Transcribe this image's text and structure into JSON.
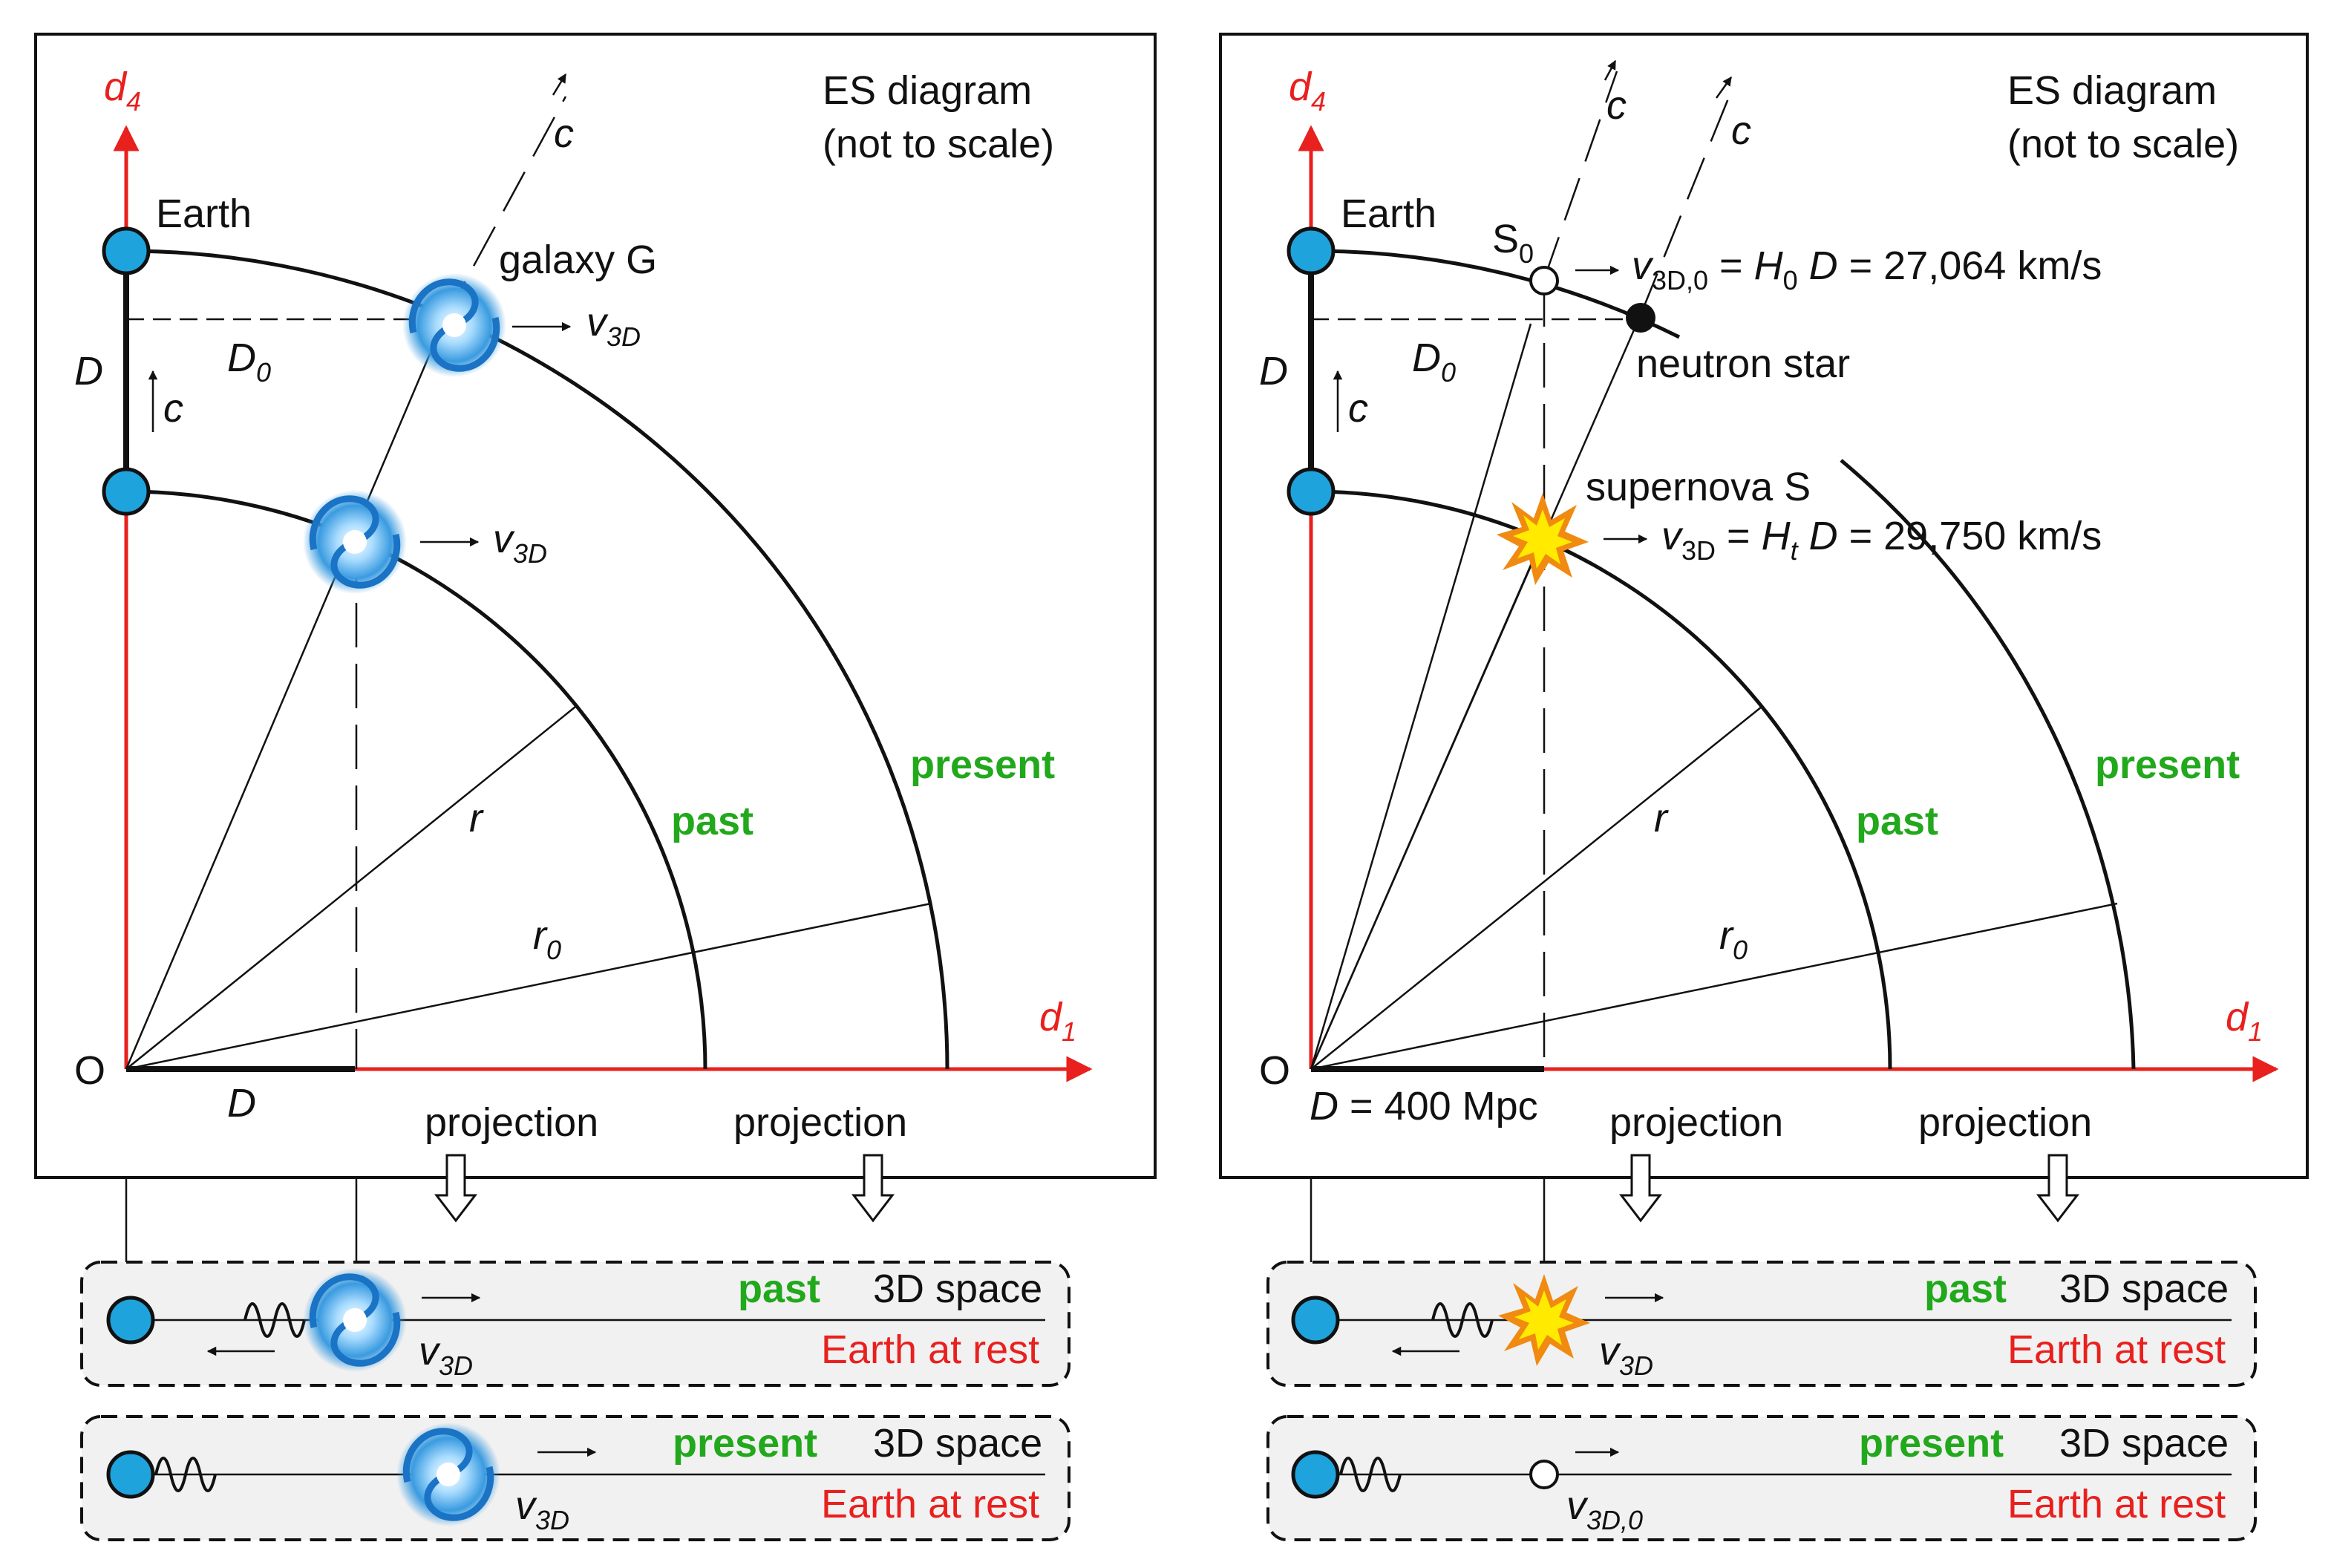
{
  "left_panel": {
    "title_line1": "ES diagram",
    "title_line2": "(not to scale)",
    "axis_d4": "d",
    "axis_d4_sub": "4",
    "axis_d1": "d",
    "axis_d1_sub": "1",
    "origin": "O",
    "earth": "Earth",
    "galaxy": "galaxy G",
    "c_label": "c",
    "D_label": "D",
    "D0": "D",
    "D0_sub": "0",
    "v3d": "v",
    "v3d_sub": "3D",
    "r": "r",
    "r0": "r",
    "r0_sub": "0",
    "past": "past",
    "present": "present",
    "projection": "projection",
    "bottom_D": "D"
  },
  "right_panel": {
    "title_line1": "ES diagram",
    "title_line2": "(not to scale)",
    "axis_d4": "d",
    "axis_d4_sub": "4",
    "axis_d1": "d",
    "axis_d1_sub": "1",
    "origin": "O",
    "earth": "Earth",
    "s0": "S",
    "s0_sub": "0",
    "neutron_star": "neutron star",
    "supernova": "supernova S",
    "c_label": "c",
    "D_label": "D",
    "D0": "D",
    "D0_sub": "0",
    "v3d0_v": "v",
    "v3d0_sub": "3D,0",
    "v3d0_eq": " = ",
    "v3d0_H": "H",
    "v3d0_H_sub": "0",
    "v3d0_D": " D",
    "v3d0_value": " = 27,064 km/s",
    "v3d_v": "v",
    "v3d_sub": "3D",
    "v3d_eq": " = ",
    "v3d_H": "H",
    "v3d_H_sub": "t",
    "v3d_D": " D",
    "v3d_value": " = 29,750 km/s",
    "r": "r",
    "r0": "r",
    "r0_sub": "0",
    "past": "past",
    "present": "present",
    "projection": "projection",
    "bottom_D": "D",
    "bottom_D_value": " = 400 Mpc"
  },
  "strips": {
    "past": "past",
    "present": "present",
    "space": "3D space",
    "earth_at_rest": "Earth at rest",
    "v": "v",
    "v_sub": "3D",
    "v0_sub": "3D,0"
  },
  "colors": {
    "axis": "#e8201e",
    "green_label": "#22a81c",
    "earth_dot": "#1fa3dc",
    "galaxy": "#3a9be0",
    "supernova_outer": "#f08a10",
    "supernova_inner": "#ffea00"
  },
  "icons": {
    "earth": "circle",
    "galaxy": "spiral-galaxy",
    "supernova": "starburst",
    "projection_arrow": "hollow-down-arrow"
  }
}
